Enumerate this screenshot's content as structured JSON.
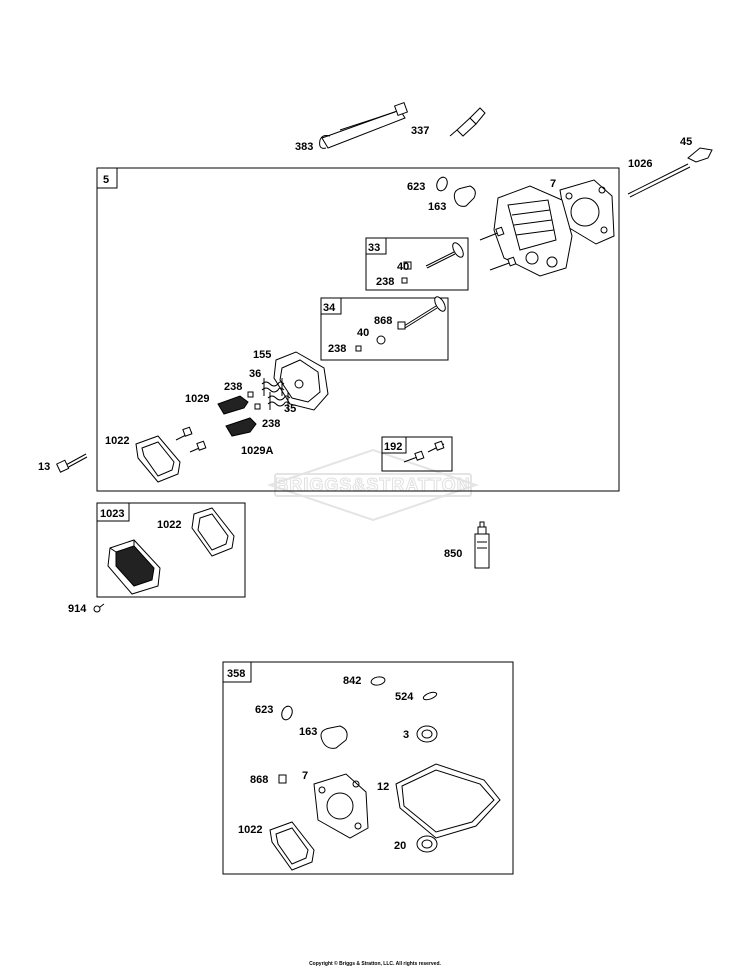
{
  "watermark": "BRIGGS&STRATTON",
  "copyright": "Copyright © Briggs & Stratton, LLC. All rights reserved.",
  "box_tags": {
    "b5": "5",
    "b33": "33",
    "b34": "34",
    "b192": "192",
    "b1023": "1023",
    "b358": "358"
  },
  "labels": {
    "p383": "383",
    "p337": "337",
    "p45": "45",
    "p1026": "1026",
    "p623": "623",
    "p163": "163",
    "p7": "7",
    "p33_40": "40",
    "p33_238": "238",
    "p34_868": "868",
    "p34_40": "40",
    "p34_238": "238",
    "p155": "155",
    "p36": "36",
    "p238a": "238",
    "p35": "35",
    "p238b": "238",
    "p1029": "1029",
    "p1029A": "1029A",
    "p1022": "1022",
    "p13": "13",
    "p1023_1022": "1022",
    "p850": "850",
    "p914": "914",
    "k842": "842",
    "k524": "524",
    "k623": "623",
    "k163": "163",
    "k3": "3",
    "k868": "868",
    "k7": "7",
    "k12": "12",
    "k1022": "1022",
    "k20": "20"
  }
}
